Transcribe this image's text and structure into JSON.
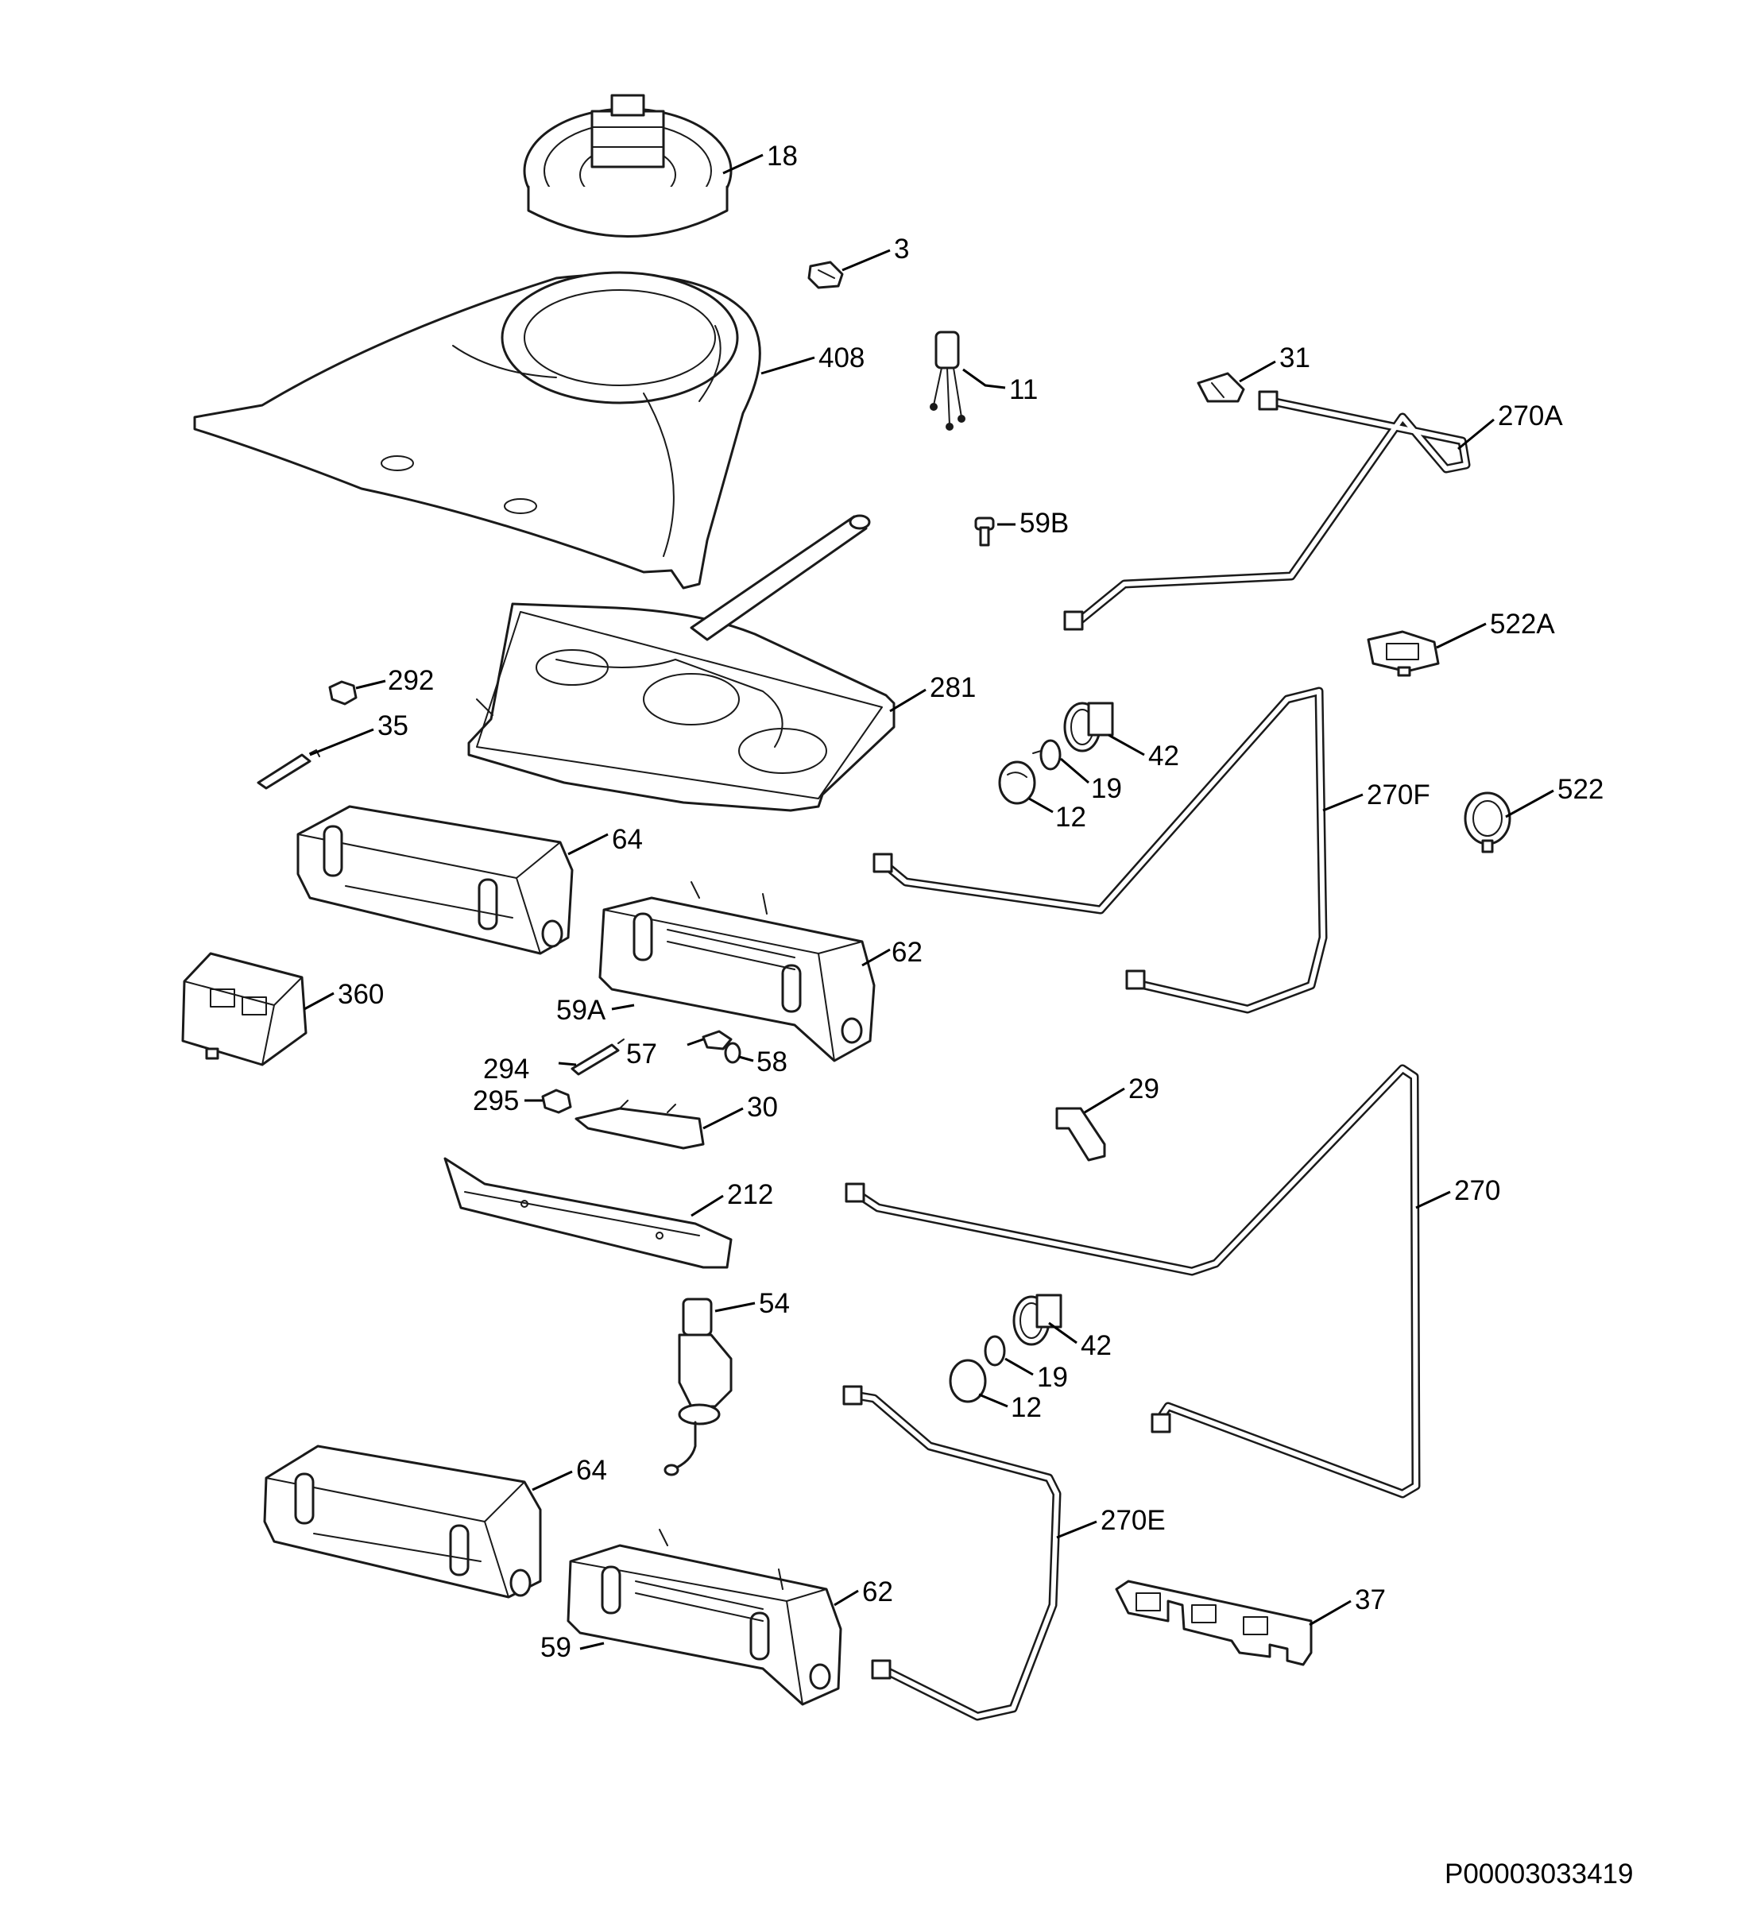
{
  "diagram": {
    "reference": "P00003033419",
    "callouts": [
      "18",
      "3",
      "408",
      "11",
      "31",
      "270A",
      "59B",
      "522A",
      "292",
      "281",
      "35",
      "42",
      "19",
      "270F",
      "522",
      "12",
      "64",
      "62",
      "360",
      "59A",
      "294",
      "57",
      "58",
      "295",
      "30",
      "29",
      "212",
      "270",
      "54",
      "42",
      "19",
      "12",
      "64",
      "270E",
      "62",
      "37",
      "59"
    ]
  }
}
